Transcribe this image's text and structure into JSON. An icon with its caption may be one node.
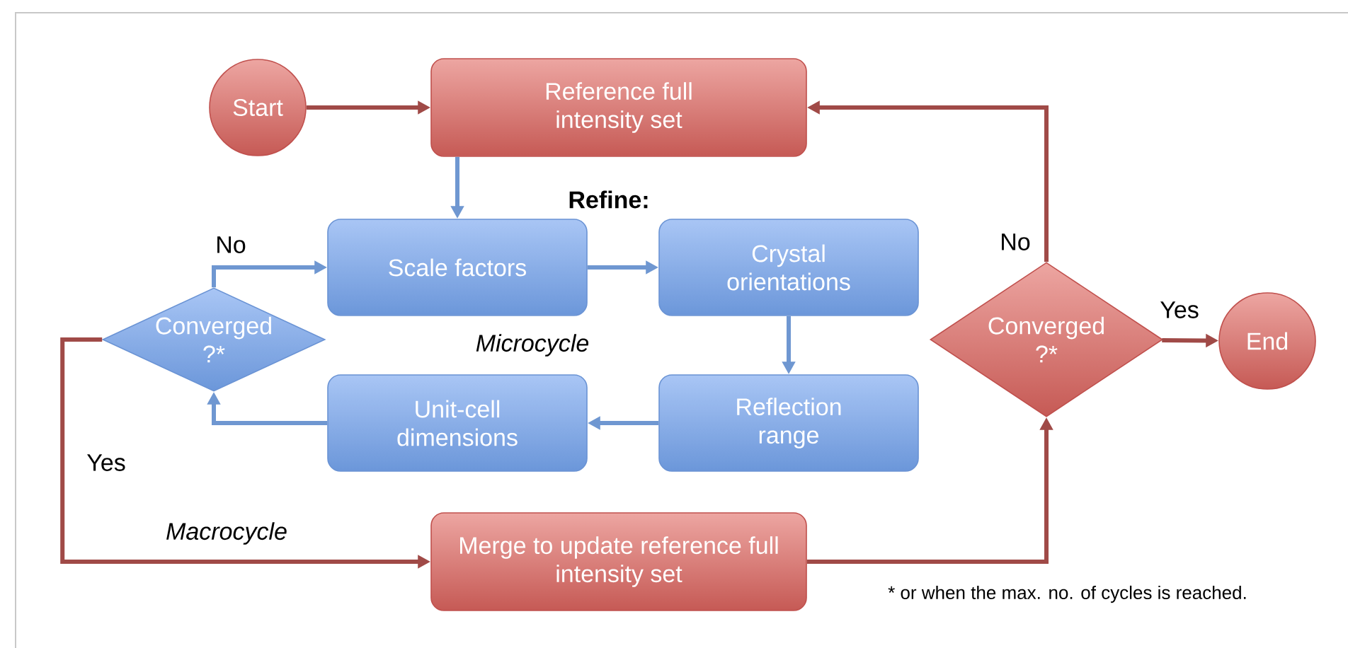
{
  "diagram": {
    "nodes": [
      {
        "text": [
          "Start"
        ]
      },
      {
        "text": [
          "Reference full intensity set"
        ]
      },
      {
        "text": [
          "Scale factors"
        ]
      },
      {
        "text": [
          "Crystal orientations"
        ]
      },
      {
        "text": [
          "Reflection range"
        ]
      },
      {
        "text": [
          "Unit-cell dimensions"
        ]
      },
      {
        "text": [
          "Converged ?*"
        ]
      },
      {
        "text": [
          "Merge to update reference full intensity set"
        ]
      },
      {
        "text": [
          "Converged ?*"
        ]
      },
      {
        "text": [
          "End"
        ]
      }
    ],
    "edges": [
      {
        "from": 0,
        "to": 1,
        "arrow": "to",
        "color": "#a04a47"
      },
      {
        "from": 1,
        "to": 2,
        "arrow": "to"
      },
      {
        "from": 2,
        "to": 3,
        "arrow": "to"
      },
      {
        "from": 3,
        "to": 4,
        "arrow": "to"
      },
      {
        "from": 4,
        "to": 5,
        "arrow": "to"
      },
      {
        "from": 5,
        "to": 6,
        "arrow": "to"
      },
      {
        "from": 6,
        "to": 2,
        "arrow": "to",
        "label": "No"
      },
      {
        "from": 6,
        "to": 7,
        "arrow": "to",
        "label": "Yes",
        "color": "#a04a47"
      },
      {
        "from": 7,
        "to": 8,
        "arrow": "to",
        "color": "#a04a47"
      },
      {
        "from": 8,
        "to": 1,
        "arrow": "to",
        "label": "No",
        "color": "#a04a47"
      },
      {
        "from": 8,
        "to": 9,
        "arrow": "to",
        "label": "Yes",
        "color": "#a04a47"
      }
    ],
    "labels": [
      "Refine:",
      "Microcycle",
      "Macrocycle",
      "* or when the max. no. of cycles is reached."
    ]
  }
}
